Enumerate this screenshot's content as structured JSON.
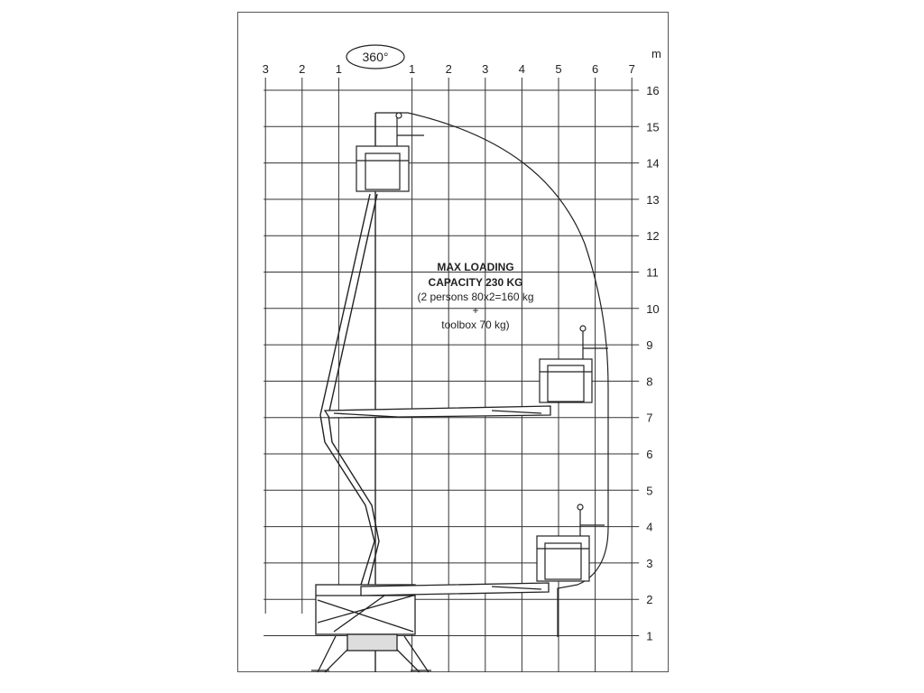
{
  "diagram": {
    "unit_label": "m",
    "rotation_label": "360°",
    "horizontal_ticks_left": [
      "3",
      "2",
      "1"
    ],
    "horizontal_ticks_right": [
      "1",
      "2",
      "3",
      "4",
      "5",
      "6",
      "7"
    ],
    "vertical_ticks": [
      "16",
      "15",
      "14",
      "13",
      "12",
      "11",
      "10",
      "9",
      "8",
      "7",
      "6",
      "5",
      "4",
      "3",
      "2",
      "1"
    ],
    "capacity_note": {
      "line1": "MAX LOADING",
      "line2": "CAPACITY 230 KG",
      "line3": "(2 persons  80x2=160 kg",
      "line4": "+",
      "line5": "toolbox 70 kg)"
    }
  }
}
